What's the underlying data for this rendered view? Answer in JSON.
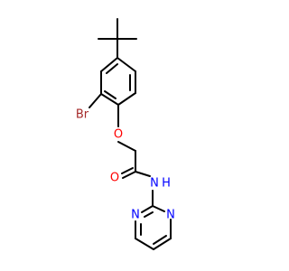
{
  "molecule": {
    "atoms": {
      "bromine": "Br",
      "ether_oxygen": "O",
      "carbonyl_oxygen": "O",
      "amide_nitrogen": "N",
      "amide_hydrogen": "H",
      "pyrimidine_n1": "N",
      "pyrimidine_n2": "N"
    },
    "colors": {
      "bond": "#000000",
      "bromine": "#a52a2a",
      "oxygen": "#ff0000",
      "nitrogen": "#0000ff"
    }
  }
}
